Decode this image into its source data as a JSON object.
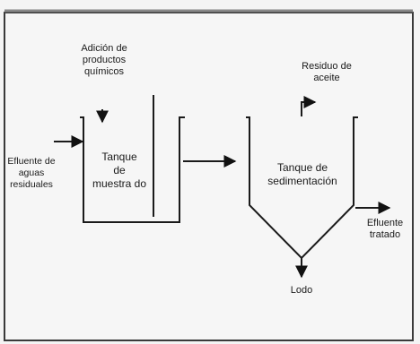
{
  "labels": {
    "addition_line1": "Adición de",
    "addition_line2": "productos",
    "addition_line3": "químicos",
    "influent_line1": "Efluente de",
    "influent_line2": "aguas",
    "influent_line3": "residuales",
    "mix_tank_line1": "Tanque",
    "mix_tank_line2": "de",
    "mix_tank_line3": "muestra do",
    "sed_tank_line1": "Tanque de",
    "sed_tank_line2": "sedimentación",
    "oil_line1": "Residuo de",
    "oil_line2": "aceite",
    "effluent_line1": "Efluente",
    "effluent_line2": "tratado",
    "sludge": "Lodo"
  }
}
